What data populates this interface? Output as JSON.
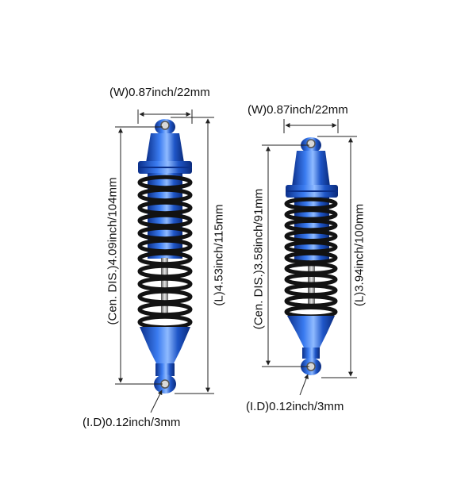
{
  "colors": {
    "anodized_blue": "#1f56c8",
    "blue_dark": "#0b2f8a",
    "blue_light": "#7fb0ff",
    "spring": "#121212",
    "shaft": "#9a9a9a",
    "dimension_line": "#222222"
  },
  "shock_left": {
    "width_label": "(W)0.87inch/22mm",
    "center_distance_label": "(Cen. DIS.)4.09inch/104mm",
    "length_label": "(L)4.53inch/115mm",
    "inner_diameter_label": "(I.D)0.12inch/3mm"
  },
  "shock_right": {
    "width_label": "(W)0.87inch/22mm",
    "center_distance_label": "(Cen. DIS.)3.58inch/91mm",
    "length_label": "(L)3.94inch/100mm",
    "inner_diameter_label": "(I.D)0.12inch/3mm"
  }
}
